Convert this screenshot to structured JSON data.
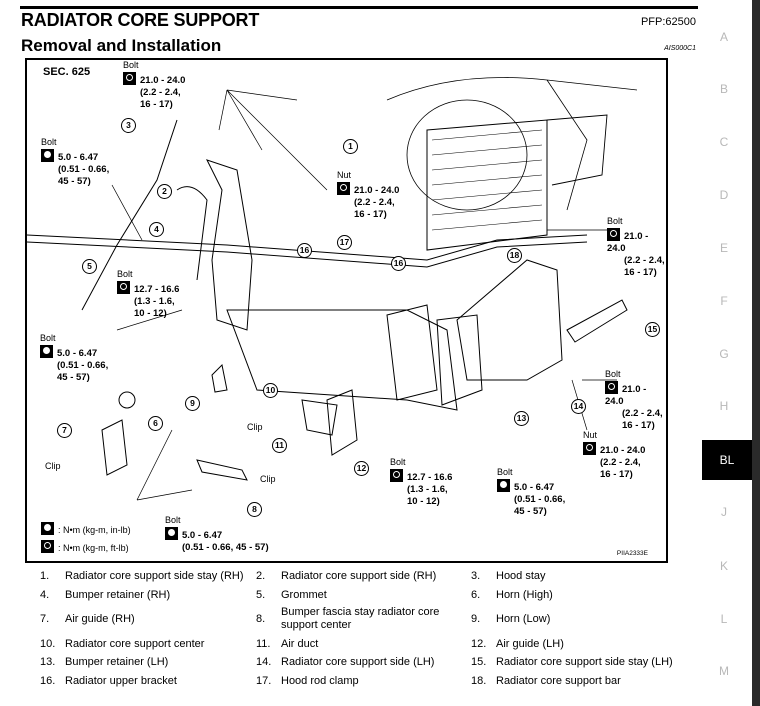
{
  "header": {
    "title": "RADIATOR CORE SUPPORT",
    "subtitle": "Removal and Installation",
    "pfp": "PFP:62500",
    "doc_code": "AIS000C1"
  },
  "sidebar": {
    "letters": [
      "A",
      "B",
      "C",
      "D",
      "E",
      "F",
      "G",
      "H",
      "BL",
      "J",
      "K",
      "L",
      "M"
    ],
    "active": "BL"
  },
  "figure": {
    "section": "SEC. 625",
    "figure_id": "PIIA2333E",
    "legend": [
      {
        "icon": "torque-in-lb-icon",
        "text": ": N•m (kg-m, in-lb)"
      },
      {
        "icon": "torque-ft-lb-icon",
        "text": ": N•m (kg-m, ft-lb)"
      }
    ],
    "torque_labels": [
      {
        "part": "Bolt",
        "icon": "torque-ft-lb-icon",
        "lines": [
          "21.0 - 24.0",
          "(2.2 - 2.4,",
          "16 - 17)"
        ]
      },
      {
        "part": "Bolt",
        "icon": "torque-in-lb-icon",
        "lines": [
          "5.0 - 6.47",
          "(0.51 - 0.66,",
          "45 - 57)"
        ]
      },
      {
        "part": "Nut",
        "icon": "torque-ft-lb-icon",
        "lines": [
          "21.0 - 24.0",
          "(2.2 - 2.4,",
          "16 - 17)"
        ]
      },
      {
        "part": "Bolt",
        "icon": "torque-ft-lb-icon",
        "lines": [
          "12.7 - 16.6",
          "(1.3 - 1.6,",
          "10 - 12)"
        ]
      },
      {
        "part": "Bolt",
        "icon": "torque-in-lb-icon",
        "lines": [
          "5.0 - 6.47",
          "(0.51 - 0.66,",
          "45 - 57)"
        ]
      },
      {
        "part": "Bolt",
        "icon": "torque-ft-lb-icon",
        "lines": [
          "21.0 - 24.0",
          "(2.2 - 2.4,",
          "16 - 17)"
        ]
      },
      {
        "part": "Bolt",
        "icon": "torque-ft-lb-icon",
        "lines": [
          "21.0 - 24.0",
          "(2.2 - 2.4,",
          "16 - 17)"
        ]
      },
      {
        "part": "Nut",
        "icon": "torque-ft-lb-icon",
        "lines": [
          "21.0 - 24.0",
          "(2.2 - 2.4,",
          "16 - 17)"
        ]
      },
      {
        "part": "Bolt",
        "icon": "torque-ft-lb-icon",
        "lines": [
          "12.7 - 16.6",
          "(1.3 - 1.6,",
          "10 - 12)"
        ]
      },
      {
        "part": "Bolt",
        "icon": "torque-in-lb-icon",
        "lines": [
          "5.0 - 6.47",
          "(0.51 - 0.66,",
          "45 - 57)"
        ]
      },
      {
        "part": "Bolt",
        "icon": "torque-in-lb-icon",
        "lines": [
          "5.0 - 6.47",
          "(0.51 - 0.66, 45 - 57)"
        ]
      }
    ],
    "clip_label": "Clip",
    "callouts": [
      "1",
      "2",
      "3",
      "4",
      "5",
      "6",
      "7",
      "8",
      "9",
      "10",
      "11",
      "12",
      "13",
      "14",
      "15",
      "16",
      "16",
      "17",
      "18"
    ]
  },
  "parts": [
    {
      "num": "1.",
      "name": "Radiator core support side stay (RH)"
    },
    {
      "num": "2.",
      "name": "Radiator core support side (RH)"
    },
    {
      "num": "3.",
      "name": "Hood stay"
    },
    {
      "num": "4.",
      "name": "Bumper retainer (RH)"
    },
    {
      "num": "5.",
      "name": "Grommet"
    },
    {
      "num": "6.",
      "name": "Horn (High)"
    },
    {
      "num": "7.",
      "name": "Air guide (RH)"
    },
    {
      "num": "8.",
      "name": "Bumper fascia stay radiator core support center"
    },
    {
      "num": "9.",
      "name": "Horn (Low)"
    },
    {
      "num": "10.",
      "name": "Radiator core support center"
    },
    {
      "num": "11.",
      "name": "Air duct"
    },
    {
      "num": "12.",
      "name": "Air guide (LH)"
    },
    {
      "num": "13.",
      "name": "Bumper retainer (LH)"
    },
    {
      "num": "14.",
      "name": "Radiator core support side (LH)"
    },
    {
      "num": "15.",
      "name": "Radiator core support side stay (LH)"
    },
    {
      "num": "16.",
      "name": "Radiator upper bracket"
    },
    {
      "num": "17.",
      "name": "Hood rod clamp"
    },
    {
      "num": "18.",
      "name": "Radiator core support bar"
    }
  ]
}
